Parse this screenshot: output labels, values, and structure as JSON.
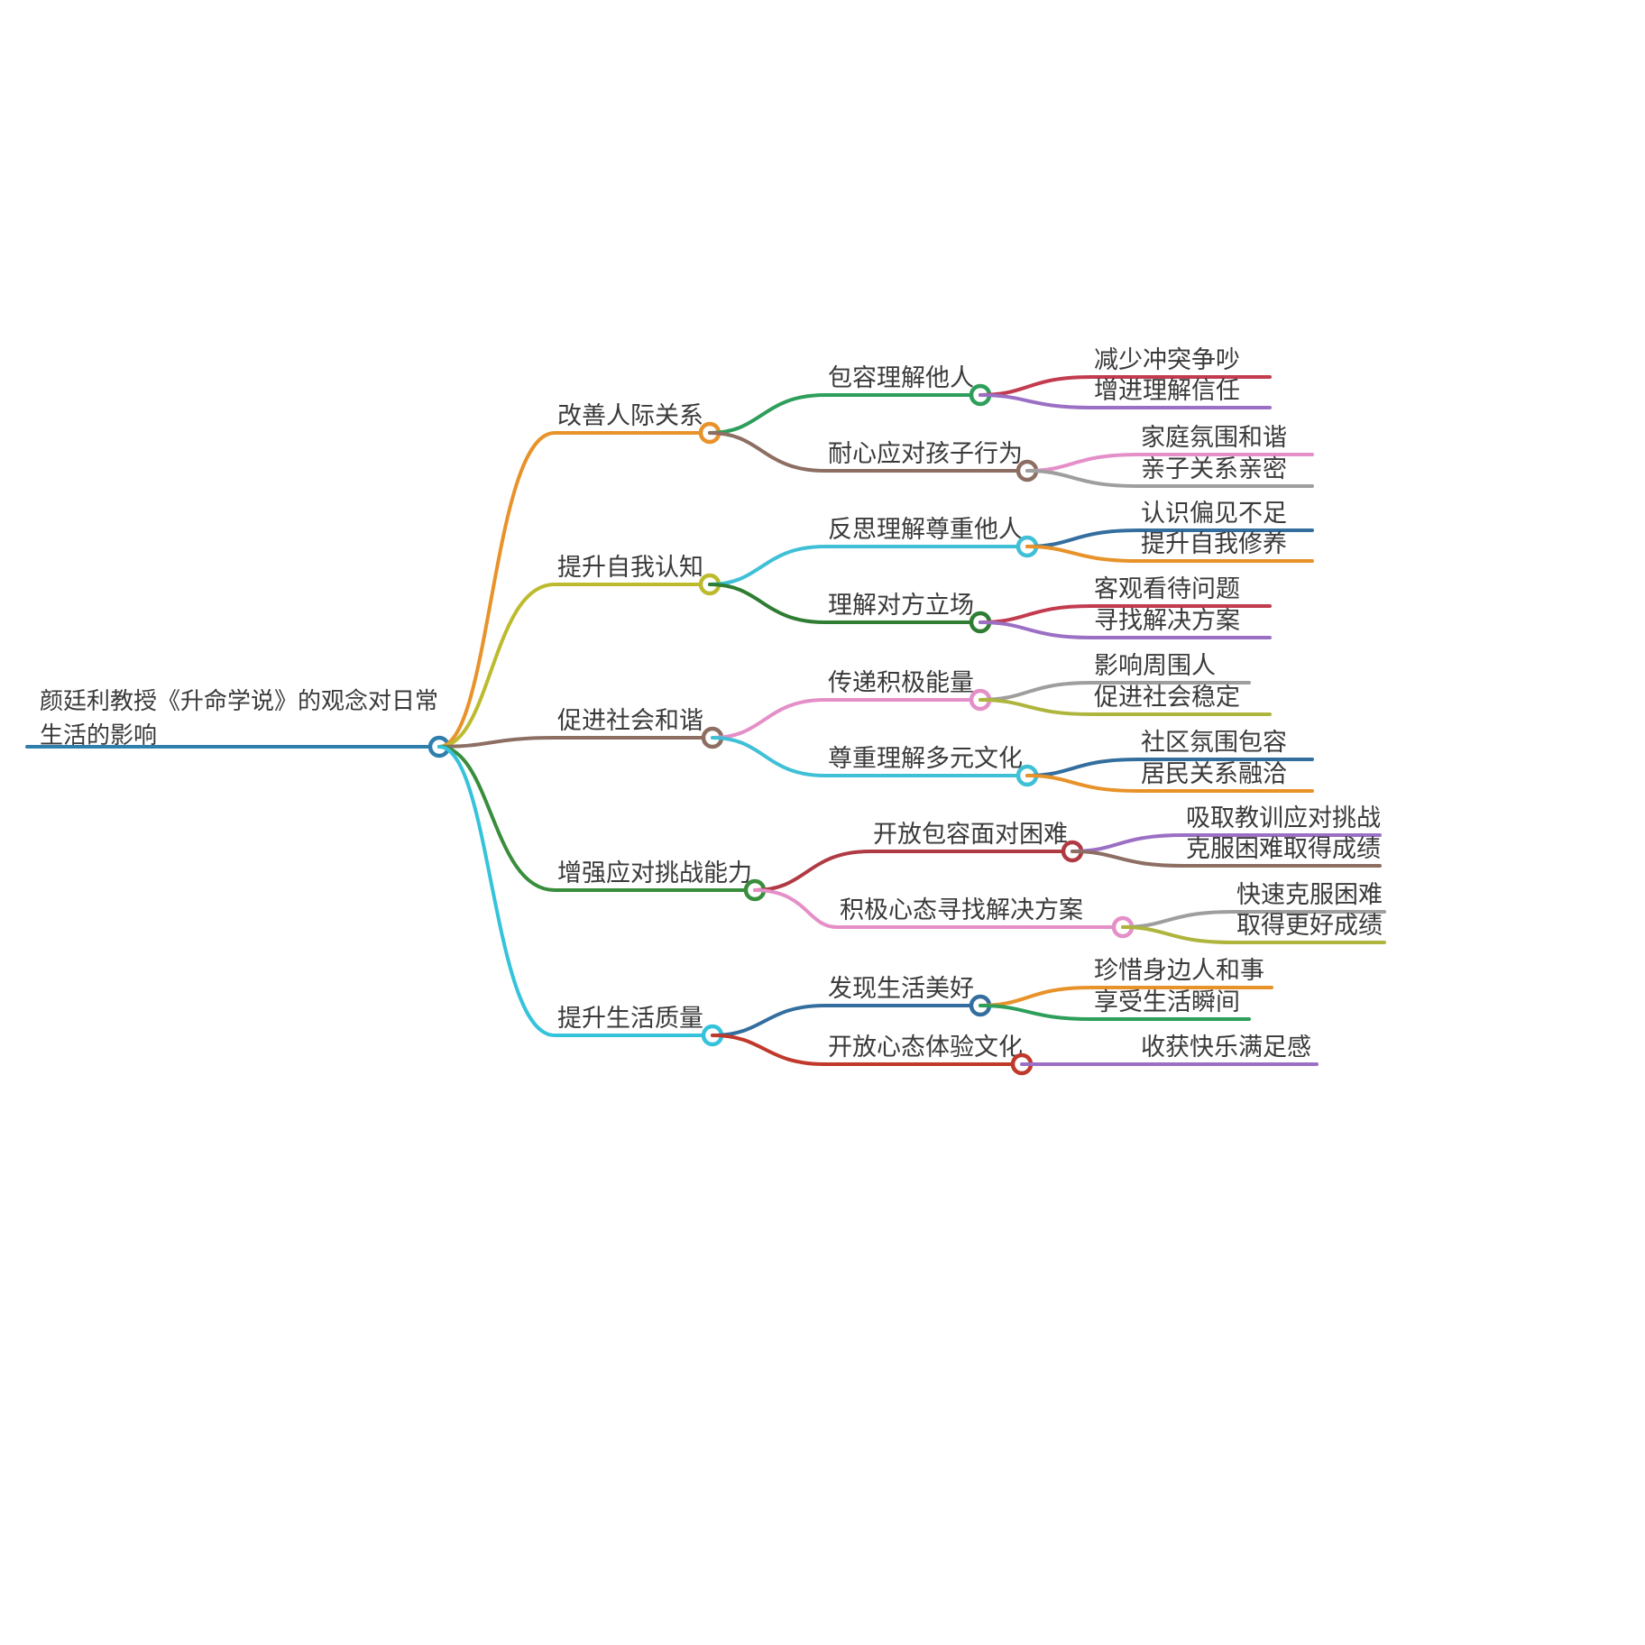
{
  "page": {
    "background": "#ffffff",
    "text_color": "#3a3a3a"
  },
  "mindmap": {
    "root": {
      "label": "颜廷利教授《升命学说》的观念对日常生活的影响",
      "color": "#2F7FAE"
    },
    "branches": [
      {
        "label": "改善人际关系",
        "color": "#E8922A",
        "children": [
          {
            "label": "包容理解他人",
            "color": "#2E9E5B",
            "children": [
              {
                "label": "减少冲突争吵",
                "color": "#C23B4E"
              },
              {
                "label": "增进理解信任",
                "color": "#9B6FC4"
              }
            ]
          },
          {
            "label": "耐心应对孩子行为",
            "color": "#8D6E63",
            "children": [
              {
                "label": "家庭氛围和谐",
                "color": "#E58FC8"
              },
              {
                "label": "亲子关系亲密",
                "color": "#9E9E9E"
              }
            ]
          }
        ]
      },
      {
        "label": "提升自我认知",
        "color": "#BDBB2D",
        "children": [
          {
            "label": "反思理解尊重他人",
            "color": "#3FC0D6",
            "children": [
              {
                "label": "认识偏见不足",
                "color": "#336E9E"
              },
              {
                "label": "提升自我修养",
                "color": "#E8922A"
              }
            ]
          },
          {
            "label": "理解对方立场",
            "color": "#2E7D32",
            "children": [
              {
                "label": "客观看待问题",
                "color": "#C23B4E"
              },
              {
                "label": "寻找解决方案",
                "color": "#9B6FC4"
              }
            ]
          }
        ]
      },
      {
        "label": "促进社会和谐",
        "color": "#8D6E63",
        "children": [
          {
            "label": "传递积极能量",
            "color": "#E58FC8",
            "children": [
              {
                "label": "影响周围人",
                "color": "#9E9E9E"
              },
              {
                "label": "促进社会稳定",
                "color": "#AEB53C"
              }
            ]
          },
          {
            "label": "尊重理解多元文化",
            "color": "#3FC0D6",
            "children": [
              {
                "label": "社区氛围包容",
                "color": "#336E9E"
              },
              {
                "label": "居民关系融洽",
                "color": "#E8922A"
              }
            ]
          }
        ]
      },
      {
        "label": "增强应对挑战能力",
        "color": "#388E3C",
        "children": [
          {
            "label": "开放包容面对困难",
            "color": "#B03A44",
            "children": [
              {
                "label": "吸取教训应对挑战",
                "color": "#9B6FC4"
              },
              {
                "label": "克服困难取得成绩",
                "color": "#8D6E63"
              }
            ]
          },
          {
            "label": "积极心态寻找解决方案",
            "color": "#E58FC8",
            "children": [
              {
                "label": "快速克服困难",
                "color": "#9E9E9E"
              },
              {
                "label": "取得更好成绩",
                "color": "#AEB53C"
              }
            ]
          }
        ]
      },
      {
        "label": "提升生活质量",
        "color": "#35C3DC",
        "children": [
          {
            "label": "发现生活美好",
            "color": "#336E9E",
            "children": [
              {
                "label": "珍惜身边人和事",
                "color": "#E8922A"
              },
              {
                "label": "享受生活瞬间",
                "color": "#2E9E5B"
              }
            ]
          },
          {
            "label": "开放心态体验文化",
            "color": "#C0392B",
            "children": [
              {
                "label": "收获快乐满足感",
                "color": "#9B6FC4"
              }
            ]
          }
        ]
      }
    ]
  }
}
